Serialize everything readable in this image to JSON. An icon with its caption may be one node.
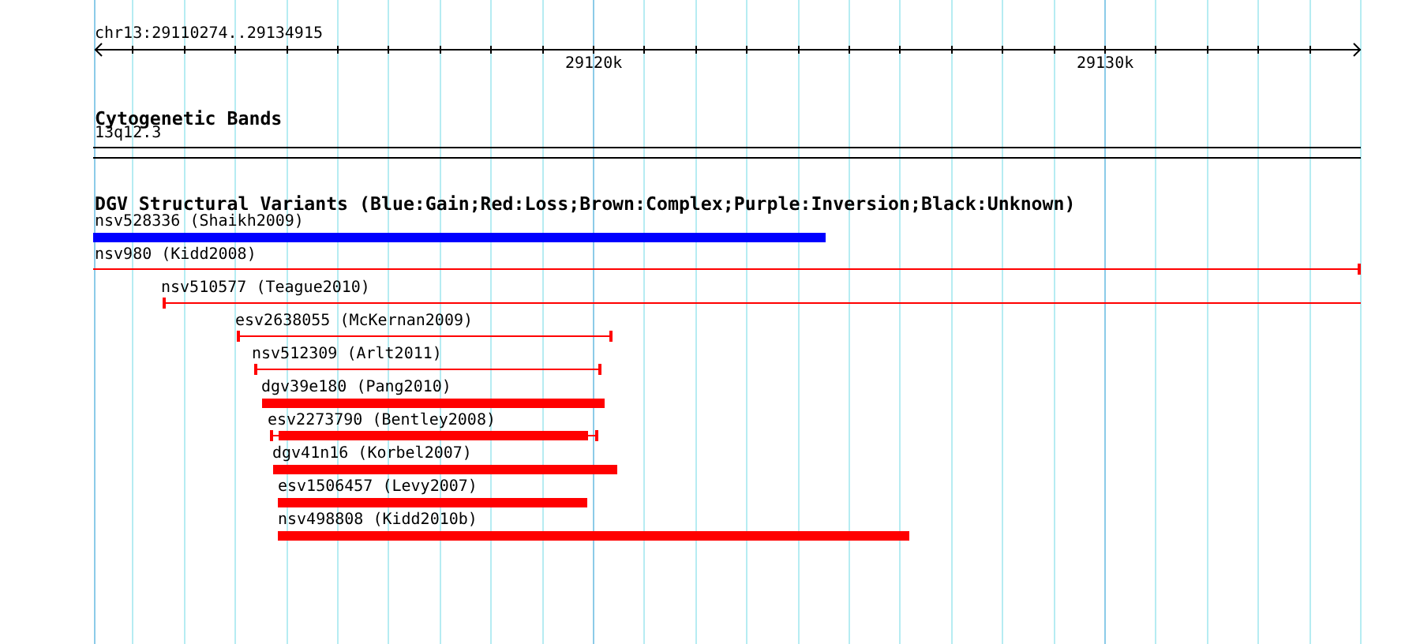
{
  "diagram": {
    "nodes": [
      {
        "text": [
          "13q12.3"
        ]
      },
      {
        "text": [
          "nsv528336 (Shaikh2009)"
        ]
      },
      {
        "text": [
          "nsv980 (Kidd2008)"
        ]
      },
      {
        "text": [
          "nsv510577 (Teague2010)"
        ]
      },
      {
        "text": [
          "esv2638055 (McKernan2009)"
        ]
      },
      {
        "text": [
          "nsv512309 (Arlt2011)"
        ]
      },
      {
        "text": [
          "dgv39e180 (Pang2010)"
        ]
      },
      {
        "text": [
          "esv2273790 (Bentley2008)"
        ]
      },
      {
        "text": [
          "dgv41n16 (Korbel2007)"
        ]
      },
      {
        "text": [
          "esv1506457 (Levy2007)"
        ]
      },
      {
        "text": [
          "nsv498808 (Kidd2010b)"
        ]
      }
    ],
    "labels": [
      "chr13:29110274..29134915",
      "29120k",
      "29130k",
      "Cytogenetic Bands",
      "DGV Structural Variants (Blue:Gain;Red:Loss;Brown:Complex;Purple:Inversion;Black:Unknown)"
    ]
  }
}
